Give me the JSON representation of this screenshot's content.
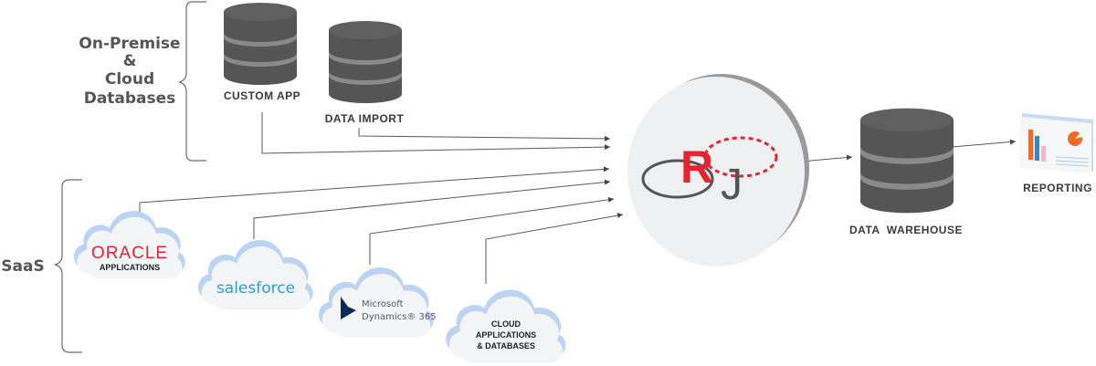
{
  "groups": {
    "on_premise": {
      "label_lines": [
        "On-Premise",
        "&",
        "Cloud",
        "Databases"
      ]
    },
    "saas": {
      "label": "SaaS"
    }
  },
  "sources": {
    "databases": [
      {
        "label": "CUSTOM APP",
        "icon": "database-icon"
      },
      {
        "label": "DATA IMPORT",
        "icon": "database-icon"
      }
    ],
    "clouds": [
      {
        "brand": "ORACLE",
        "subtitle": "APPLICATIONS",
        "brand_color": "#e3262d",
        "icon": "cloud-icon"
      },
      {
        "brand": "salesforce",
        "brand_color": "#2f9bd8",
        "icon": "cloud-icon"
      },
      {
        "brand_line1": "Microsoft",
        "brand_line2": "Dynamics® 365",
        "brand_color": "#002050",
        "icon": "cloud-icon"
      },
      {
        "label_lines": [
          "CLOUD",
          "APPLICATIONS",
          "& DATABASES"
        ],
        "icon": "cloud-icon"
      }
    ]
  },
  "hub": {
    "logo_letters": [
      "R",
      "J"
    ],
    "logo_primary_color": "#e3262d",
    "logo_secondary_color": "#555555"
  },
  "targets": {
    "warehouse": {
      "label": "DATA  WAREHOUSE",
      "icon": "database-icon"
    },
    "reporting": {
      "label": "REPORTING",
      "icon": "report-dashboard-icon"
    }
  },
  "colors": {
    "db_body": "#555555",
    "db_band": "#8a8a8a",
    "cloud_edge": "#bcd3f3",
    "cloud_fill": "#f4f5f7"
  }
}
